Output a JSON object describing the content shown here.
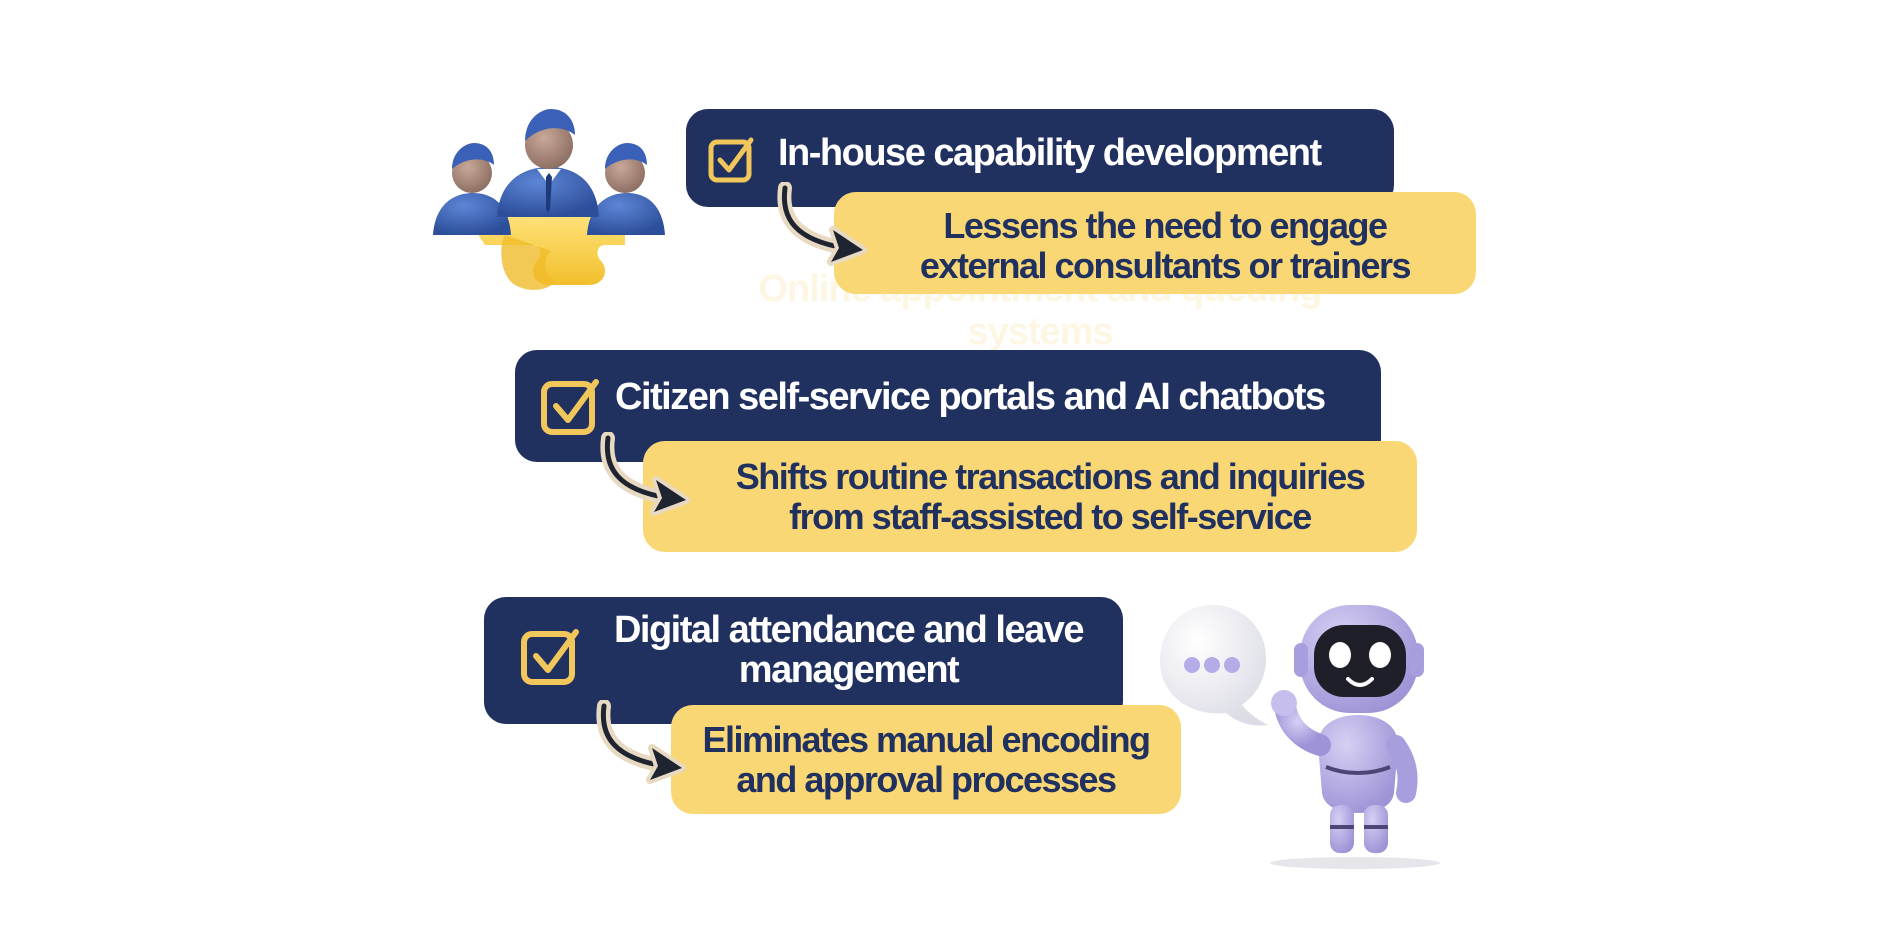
{
  "colors": {
    "navy": "#203160",
    "yellow": "#f9d774",
    "check": "#f1c65a",
    "text_on_navy": "#ffffff",
    "text_on_yellow": "#203160"
  },
  "ghost_text": "Online appointment and queuing systems",
  "items": [
    {
      "title": "In-house capability development",
      "benefit": "Lessens the need to engage external consultants or trainers",
      "icon": "checkbox-icon"
    },
    {
      "title": "Citizen self-service portals and AI chatbots",
      "benefit_line1": "Shifts routine transactions and inquiries",
      "benefit_line2": "from staff-assisted to self-service",
      "icon": "checkbox-icon"
    },
    {
      "title_line1": "Digital attendance and leave",
      "title_line2": "management",
      "benefit_line1": "Eliminates manual encoding",
      "benefit_line2": "and approval processes",
      "icon": "checkbox-icon"
    }
  ],
  "illustrations": [
    "team-on-puzzle-illustration",
    "robot-with-speech-bubble-illustration"
  ]
}
